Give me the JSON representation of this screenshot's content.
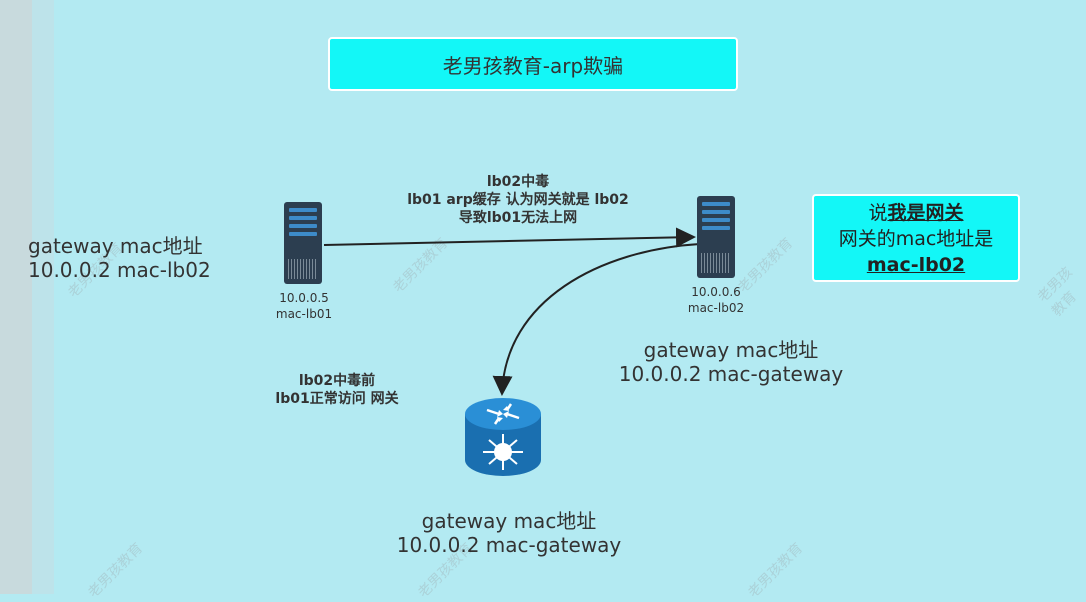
{
  "title": "老男孩教育-arp欺骗",
  "left_info": {
    "line1": "gateway mac地址",
    "line2": "10.0.0.2 mac-lb02"
  },
  "server_lb01": {
    "ip": "10.0.0.5",
    "name": "mac-lb01"
  },
  "server_lb02": {
    "ip": "10.0.0.6",
    "name": "mac-lb02"
  },
  "arrow_note": {
    "line1": "lb02中毒",
    "line2": "lb01 arp缓存 认为网关就是 lb02",
    "line3": "导致lb01无法上网"
  },
  "callout": {
    "prefix": "说",
    "bold": "我是网关",
    "line2": "网关的mac地址是",
    "line3": "mac-lb02"
  },
  "lb02_info": {
    "line1": "gateway mac地址",
    "line2": "10.0.0.2 mac-gateway"
  },
  "before_note": {
    "line1": "lb02中毒前",
    "line2": "lb01正常访问 网关"
  },
  "gateway_info": {
    "line1": "gateway mac地址",
    "line2": "10.0.0.2 mac-gateway"
  },
  "watermark": "老男孩教育",
  "colors": {
    "background": "#b3eaf2",
    "box": "#13f7f7",
    "server": "#2c3e50",
    "router": "#1a7dc2"
  },
  "icons": [
    "server-icon",
    "router-icon"
  ]
}
